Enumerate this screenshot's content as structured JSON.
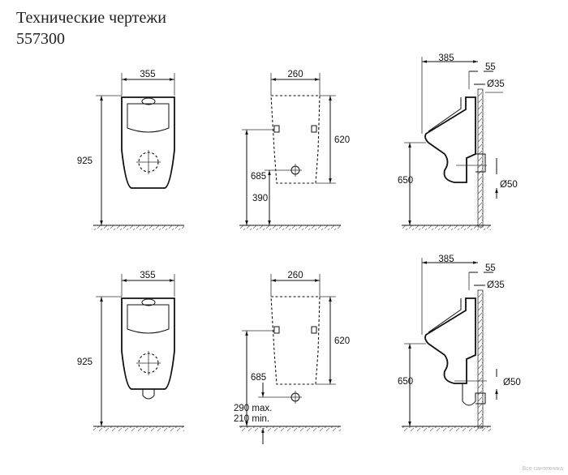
{
  "header": {
    "title": "Технические чертежи",
    "model": "557300"
  },
  "top_row": {
    "front_width": "355",
    "front_height": "925",
    "mount_width": "260",
    "mount_upper": "620",
    "mount_height": "685",
    "mount_drain_height": "390",
    "side_depth": "385",
    "side_offset": "55",
    "side_inlet": "Ø35",
    "side_height": "650",
    "side_outlet": "Ø50"
  },
  "bottom_row": {
    "front_width": "355",
    "front_height": "925",
    "mount_width": "260",
    "mount_upper": "620",
    "mount_height": "685",
    "drain_max": "290 max.",
    "drain_min": "210 min.",
    "side_depth": "385",
    "side_offset": "55",
    "side_inlet": "Ø35",
    "side_height": "650",
    "side_outlet": "Ø50"
  },
  "watermark": "Все сантехника"
}
